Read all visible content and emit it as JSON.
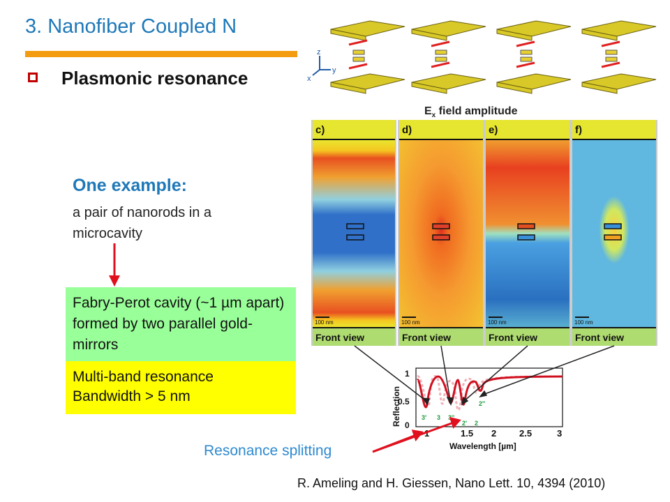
{
  "slide": {
    "title": "3. Nanofiber Coupled N",
    "bullet": "Plasmonic resonance",
    "example_heading": "One example:",
    "example_body": "a pair of nanorods in a microcavity",
    "fabry_perot": "Fabry-Perot cavity (~1 µm apart) formed by  two parallel gold-mirrors",
    "multiband_line1": "Multi-band resonance",
    "multiband_line2": "Bandwidth > 5 nm",
    "resonance_splitting": "Resonance splitting",
    "citation": "R. Ameling and H. Giessen, Nano Lett. 10, 4394 (2010)"
  },
  "figure": {
    "field_title_prefix": "E",
    "field_title_sub": "x",
    "field_title_suffix": " field amplitude",
    "axis_z": "z",
    "axis_x": "x",
    "axis_y": "y",
    "scale_label": "100 nm",
    "panels": [
      {
        "label": "c)",
        "view": "Front view"
      },
      {
        "label": "d)",
        "view": "Front view"
      },
      {
        "label": "e)",
        "view": "Front view"
      },
      {
        "label": "f)",
        "view": "Front view"
      }
    ]
  },
  "plot": {
    "ylabel": "Reflection",
    "xlabel": "Wavelength [µm]",
    "y_ticks": [
      "0",
      "0.5",
      "1"
    ],
    "x_ticks": [
      "1",
      "1.5",
      "2",
      "2.5",
      "3"
    ],
    "mode_labels": [
      "3'",
      "3",
      "3''",
      "2'",
      "2",
      "2''"
    ]
  },
  "colors": {
    "title": "#1e78b8",
    "accent_bar": "#f39c12",
    "bullet": "#c00000",
    "fabry_perot_bg": "#99ff99",
    "multiband_bg": "#ffff00",
    "arrow": "#e0101e",
    "mode_label": "#1a9a3a"
  }
}
